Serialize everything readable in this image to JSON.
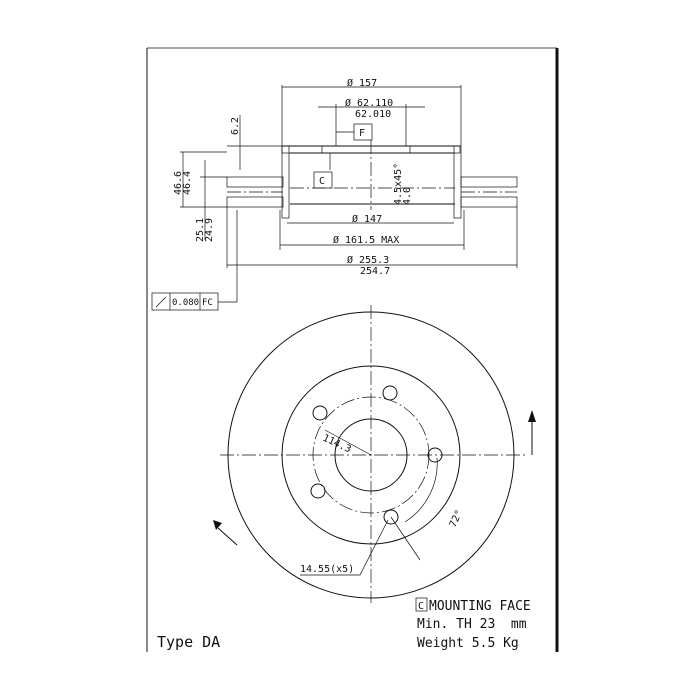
{
  "dimensions": {
    "d157": "Ø 157",
    "d62_upper": "Ø 62.110",
    "d62_lower": "62.010",
    "h6_2": "6.2",
    "h46_6": "46.6",
    "h46_4": "46.4",
    "h25_1": "25.1",
    "h24_9": "24.9",
    "chamfer": "4.5x45°",
    "chamfer2": "4.0",
    "d147": "Ø 147",
    "d161_5": "Ø 161.5 MAX",
    "d255_3": "Ø 255.3",
    "d254_7": "254.7",
    "pcd": "114.3",
    "angle": "72°",
    "holes": "14.55(x5)"
  },
  "datums": {
    "f": "F",
    "c": "C"
  },
  "tolerance": {
    "value": "0.080",
    "ref": "FC"
  },
  "notes": {
    "c_box": "C",
    "mounting_face": "MOUNTING FACE",
    "min_th": "Min. TH 23  mm",
    "weight": "Weight 5.5 Kg",
    "type": "Type DA"
  }
}
